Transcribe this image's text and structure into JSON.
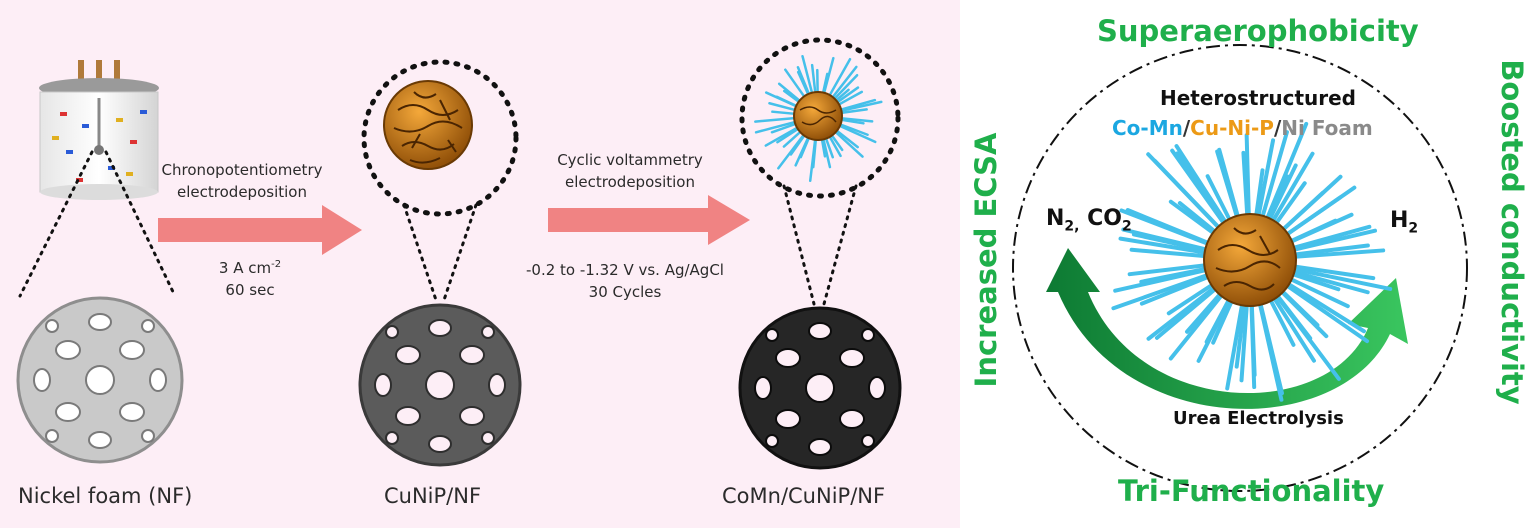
{
  "left": {
    "step1": {
      "line1": "Chronopotentiometry",
      "line2": "electrodeposition",
      "cond1": "3 A cm",
      "cond1_sup": "-2",
      "cond2": "60 sec"
    },
    "step2": {
      "line1": "Cyclic voltammetry",
      "line2": "electrodeposition",
      "cond1": "-0.2 to -1.32 V vs. Ag/AgCl",
      "cond2": "30 Cycles"
    },
    "captions": [
      "Nickel foam (NF)",
      "CuNiP/NF",
      "CoMn/CuNiP/NF"
    ]
  },
  "right": {
    "top": "Superaerophobicity",
    "bottom": "Tri-Functionality",
    "left": "Increased ECSA",
    "right": "Boosted conductivity",
    "hetero": "Heterostructured",
    "material": {
      "comn": "Co-Mn",
      "sep1": "/",
      "cunip": "Cu-Ni-P",
      "sep2": "/",
      "nifoam": "Ni Foam"
    },
    "reactants": {
      "n": "N",
      "n_sub": "2,",
      "co": " CO",
      "co_sub": "2"
    },
    "product": {
      "h": "H",
      "h_sub": "2"
    },
    "process": "Urea Electrolysis"
  },
  "colors": {
    "green": "#1faf4b",
    "arrow": "#f08383",
    "comn": "#1ba7e1",
    "cunip": "#ec9a16",
    "nifoam": "#8a8a8a",
    "spike": "#45c0ea"
  }
}
